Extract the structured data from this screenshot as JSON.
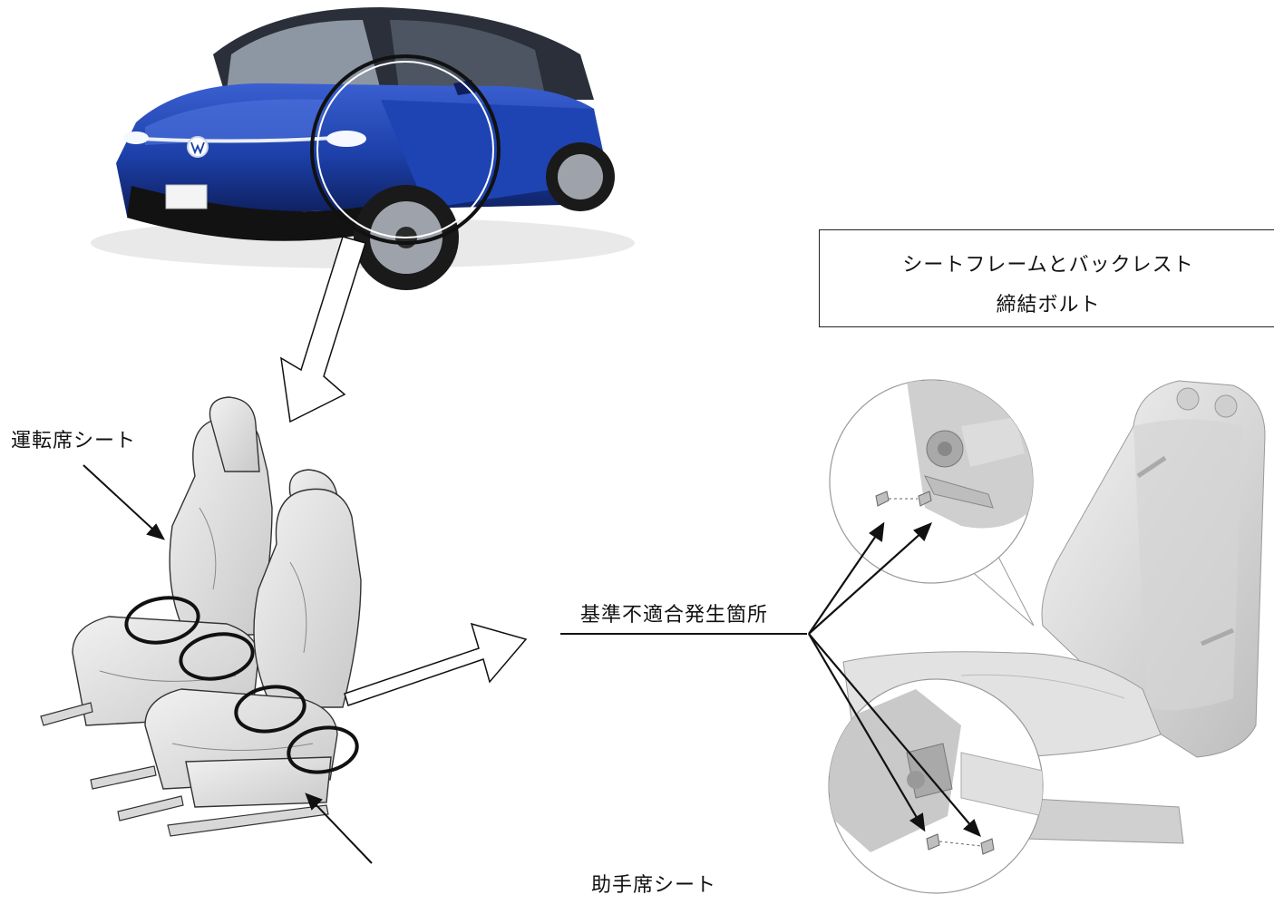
{
  "labels": {
    "driver_seat": "運転席シート",
    "passenger_seat": "助手席シート",
    "nonconformity_location": "基準不適合発生箇所"
  },
  "callout": {
    "line1": "シートフレームとバックレスト",
    "line2": "締結ボルト"
  },
  "colors": {
    "car_body": "#1c3fa8",
    "car_dark": "#0e1f5c",
    "seat_fill": "#e6e6e6",
    "detail_fill": "#d9d9d9",
    "line": "#111111"
  }
}
